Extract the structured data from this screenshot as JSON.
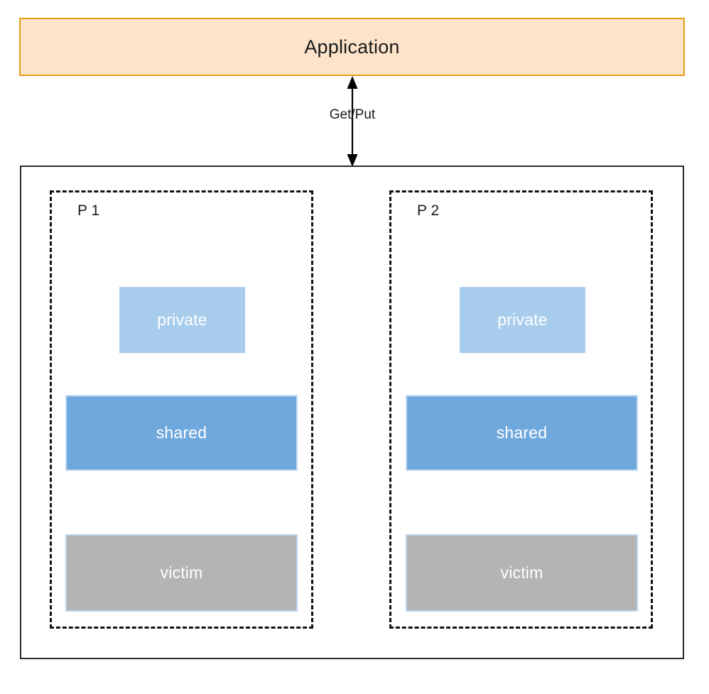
{
  "diagram": {
    "title_block": {
      "label": "Application",
      "fill": "#fce3ca",
      "border": "#e0a115"
    },
    "connector": {
      "label": "Get/Put",
      "icon": "double-headed-vertical-arrow",
      "color": "#000000"
    },
    "system": {
      "border": "#262b33",
      "processes": [
        {
          "label": "P 1",
          "blocks": [
            {
              "label": "private",
              "fill": "#a8ccec"
            },
            {
              "label": "shared",
              "fill": "#6fa8dc"
            },
            {
              "label": "victim",
              "fill": "#b4b4b4"
            }
          ]
        },
        {
          "label": "P 2",
          "blocks": [
            {
              "label": "private",
              "fill": "#a8ccec"
            },
            {
              "label": "shared",
              "fill": "#6fa8dc"
            },
            {
              "label": "victim",
              "fill": "#b4b4b4"
            }
          ]
        }
      ]
    }
  }
}
